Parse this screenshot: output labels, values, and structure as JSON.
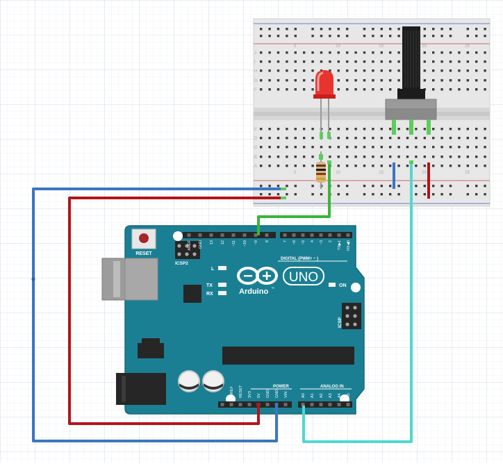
{
  "breadboard": {
    "column_numbers": [
      "5",
      "10",
      "15",
      "20",
      "25"
    ],
    "row_letters_top": [
      "F",
      "G",
      "H",
      "I",
      "J"
    ],
    "row_letters_bottom": [
      "A",
      "B",
      "C",
      "D",
      "E"
    ]
  },
  "arduino": {
    "brand": "Arduino",
    "trademark": "™",
    "model": "UNO",
    "reset_label": "RESET",
    "icsp2_label": "ICSP2",
    "icsp_label": "ICSP",
    "led_l_label": "L",
    "tx_label": "TX",
    "rx_label": "RX",
    "on_label": "ON",
    "digital_label": "DIGITAL (PWM= ~ )",
    "power_label": "POWER",
    "analog_label": "ANALOG IN",
    "digital_pins_left": [
      "AREF",
      "GND",
      "13",
      "12",
      "~11",
      "~10",
      "~9",
      "8"
    ],
    "digital_pins_right": [
      "7",
      "~6",
      "~5",
      "4",
      "~3",
      "2",
      "TX▶1",
      "RX◀0"
    ],
    "power_pins": [
      "IOREF",
      "RESET",
      "3V3",
      "5V",
      "GND",
      "GND",
      "VIN"
    ],
    "analog_pins": [
      "A0",
      "A1",
      "A2",
      "A3",
      "A4",
      "A5"
    ]
  },
  "colors": {
    "board": "#1b7f93",
    "board_dark": "#136476",
    "wire_blue": "#3b76c4",
    "wire_red": "#b3151a",
    "wire_green": "#3ab53a",
    "wire_cyan": "#4fd8d0",
    "led": "#e8342f",
    "breadboard": "#e6e6e6"
  }
}
